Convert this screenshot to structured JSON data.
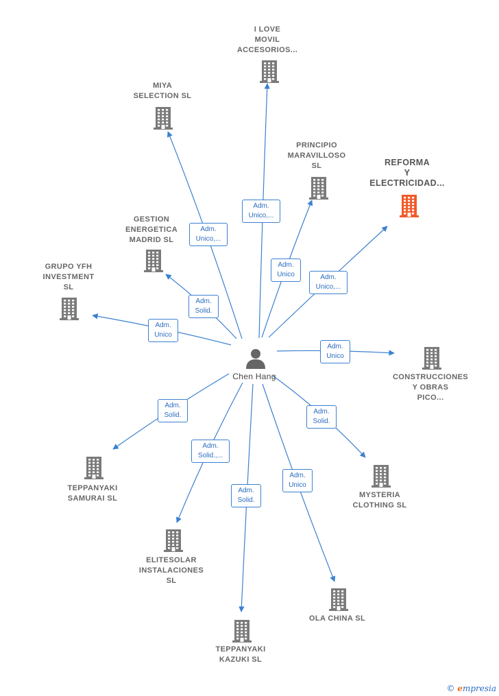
{
  "center": {
    "name": "Chen Hang",
    "icon": "person-icon"
  },
  "colors": {
    "edge": "#3a80d0",
    "building": "#7a7a7a",
    "highlight": "#f05a28"
  },
  "nodes": [
    {
      "id": "iloveMovil",
      "label": "I LOVE\nMOVIL\nACCESORIOS...",
      "highlight": false
    },
    {
      "id": "miya",
      "label": "MIYA\nSELECTION  SL",
      "highlight": false
    },
    {
      "id": "principio",
      "label": "PRINCIPIO\nMARAVILLOSO\nSL",
      "highlight": false
    },
    {
      "id": "reforma",
      "label": "REFORMA\nY\nELECTRICIDAD...",
      "highlight": true
    },
    {
      "id": "gestion",
      "label": "GESTION\nENERGETICA\nMADRID  SL",
      "highlight": false
    },
    {
      "id": "grupoYfh",
      "label": "GRUPO YFH\nINVESTMENT\nSL",
      "highlight": false
    },
    {
      "id": "construcciones",
      "label": "CONSTRUCCIONES\nY OBRAS\nPICO...",
      "highlight": false
    },
    {
      "id": "teppanyakiSamurai",
      "label": "TEPPANYAKI\nSAMURAI SL",
      "highlight": false
    },
    {
      "id": "mysteria",
      "label": "MYSTERIA\nCLOTHING  SL",
      "highlight": false
    },
    {
      "id": "elitesolar",
      "label": "ELITESOLAR\nINSTALACIONES\nSL",
      "highlight": false
    },
    {
      "id": "olaChina",
      "label": "OLA CHINA SL",
      "highlight": false
    },
    {
      "id": "teppanyakiKazuki",
      "label": "TEPPANYAKI\nKAZUKI  SL",
      "highlight": false
    }
  ],
  "edges": [
    {
      "to": "iloveMovil",
      "label": "Adm.\nUnico,..."
    },
    {
      "to": "miya",
      "label": "Adm.\nUnico,..."
    },
    {
      "to": "principio",
      "label": "Adm.\nUnico"
    },
    {
      "to": "reforma",
      "label": "Adm.\nUnico,..."
    },
    {
      "to": "gestion",
      "label": "Adm.\nSolid."
    },
    {
      "to": "grupoYfh",
      "label": "Adm.\nUnico"
    },
    {
      "to": "construcciones",
      "label": "Adm.\nUnico"
    },
    {
      "to": "teppanyakiSamurai",
      "label": "Adm.\nSolid."
    },
    {
      "to": "mysteria",
      "label": "Adm.\nSolid."
    },
    {
      "to": "elitesolar",
      "label": "Adm.\nSolid.,..."
    },
    {
      "to": "olaChina",
      "label": "Adm.\nUnico"
    },
    {
      "to": "teppanyakiKazuki",
      "label": "Adm.\nSolid."
    }
  ],
  "footer": {
    "copyright": "©",
    "brand_initial": "e",
    "brand_rest": "mpresia"
  }
}
